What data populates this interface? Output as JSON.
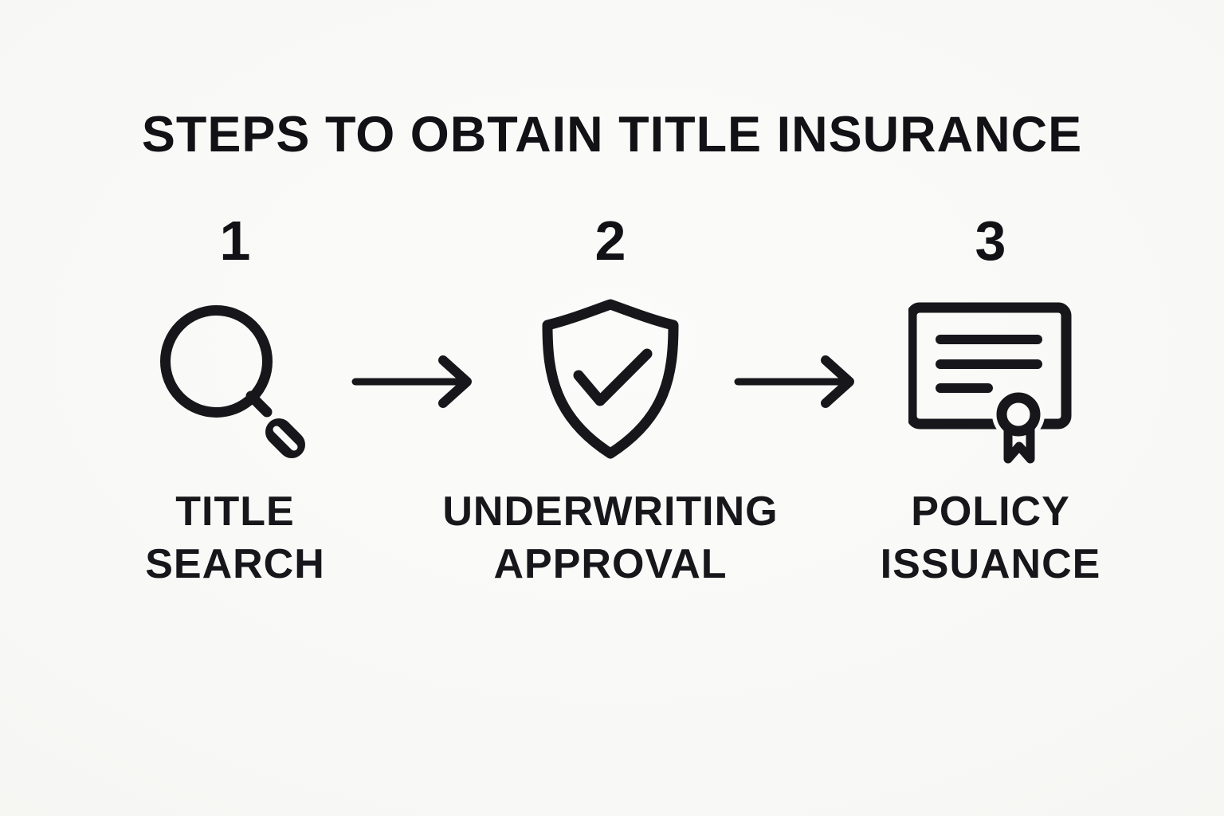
{
  "page": {
    "background_color": "#f8f8f6",
    "ink_color": "#17171b"
  },
  "title": "STEPS TO OBTAIN TITLE INSURANCE",
  "steps": [
    {
      "number": "1",
      "icon": "magnifier-icon",
      "label_line1": "TITLE",
      "label_line2": "SEARCH"
    },
    {
      "number": "2",
      "icon": "shield-check-icon",
      "label_line1": "UNDERWRITING",
      "label_line2": "APPROVAL"
    },
    {
      "number": "3",
      "icon": "certificate-icon",
      "label_line1": "POLICY",
      "label_line2": "ISSUANCE"
    }
  ],
  "connectors": [
    {
      "type": "arrow-right"
    },
    {
      "type": "arrow-right"
    }
  ]
}
